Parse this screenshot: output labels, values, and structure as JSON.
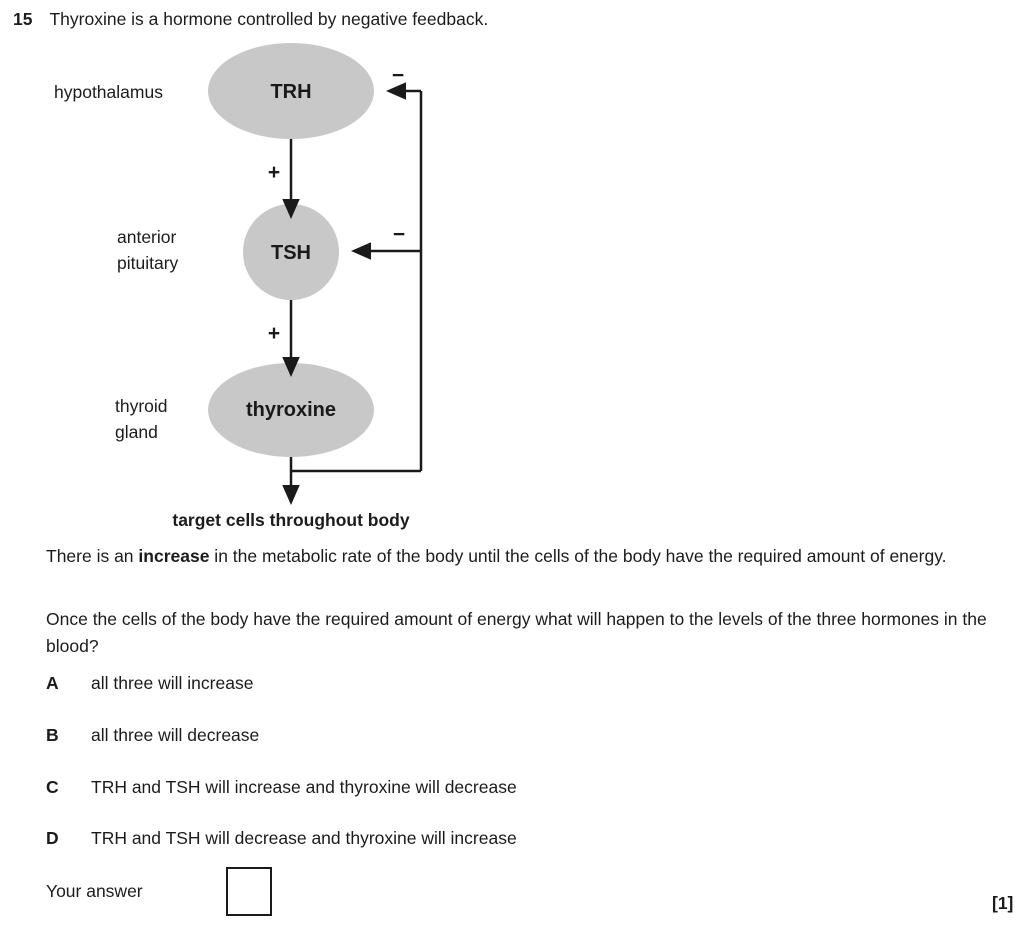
{
  "question": {
    "number": "15",
    "prompt": "Thyroxine is a hormone controlled by negative feedback.",
    "marks": "[1]"
  },
  "diagram": {
    "node1_organ": "hypothalamus",
    "node1_hormone": "TRH",
    "node2_organ": "anterior pituitary",
    "node2_hormone": "TSH",
    "node3_organ": "thyroid gland",
    "node3_hormone": "thyroxine",
    "stimulate_symbol": "+",
    "inhibit_symbol": "−",
    "target_label": "target cells throughout body",
    "node_fill": "#c8c8c8",
    "line_color": "#1a1a1a"
  },
  "body": {
    "para1_before": "There is an ",
    "para1_bold": "increase",
    "para1_after": " in the metabolic rate of the body until the cells of the body have the required amount of energy.",
    "para2": "Once the cells of the body have the required amount of energy what will happen to the levels of the three hormones in the blood?"
  },
  "options": [
    {
      "letter": "A",
      "text": "all three will increase"
    },
    {
      "letter": "B",
      "text": "all three will decrease"
    },
    {
      "letter": "C",
      "text": "TRH and TSH will increase and thyroxine will decrease"
    },
    {
      "letter": "D",
      "text": "TRH and TSH will decrease and thyroxine will increase"
    }
  ],
  "answer": {
    "label": "Your answer",
    "value": ""
  }
}
